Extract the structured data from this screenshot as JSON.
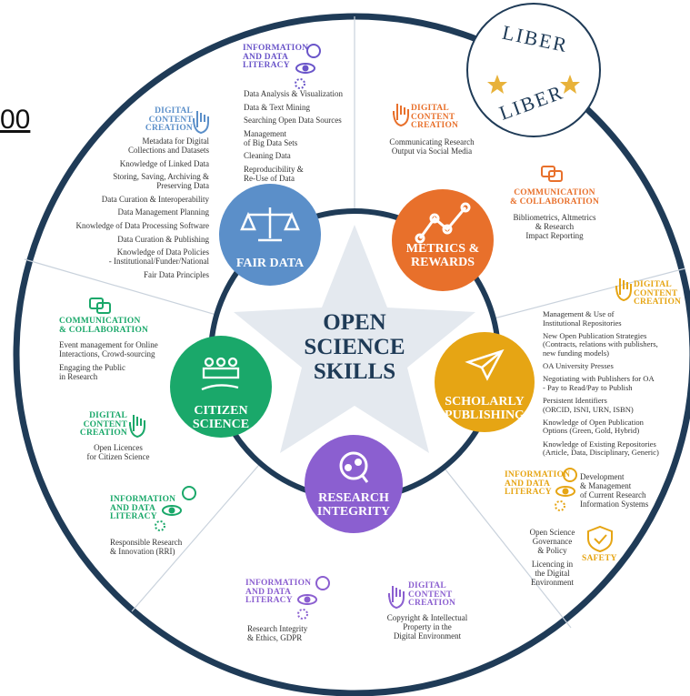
{
  "corner_text": "00",
  "center": {
    "title": "OPEN\nSCIENCE\nSKILLS"
  },
  "logo": {
    "text_top": "LIBER",
    "text_bottom": "LIBER"
  },
  "colors": {
    "fair": "#5b8fc9",
    "metrics": "#e8702b",
    "publishing": "#e6a514",
    "integrity": "#8b5fd0",
    "citizen": "#1aa86a",
    "navy": "#1f3b57",
    "star": "#e8b23a"
  },
  "nodes": {
    "fair": "FAIR DATA",
    "metrics": "METRICS &\nREWARDS",
    "publishing": "SCHOLARLY\nPUBLISHING",
    "integrity": "RESEARCH\nINTEGRITY",
    "citizen": "CITIZEN\nSCIENCE"
  },
  "headings": {
    "info_literacy": "INFORMATION\nAND DATA\nLITERACY",
    "digital_content": "DIGITAL\nCONTENT\nCREATION",
    "comm_collab": "COMMUNICATION\n& COLLABORATION",
    "safety": "SAFETY"
  },
  "fair_info_items": [
    "Data Analysis  & Visualization",
    "Data & Text Mining",
    "Searching Open Data Sources",
    "Management\nof Big Data Sets",
    "Cleaning Data",
    "Reproducibility &\nRe-Use of Data"
  ],
  "fair_digital_items": [
    "Metadata for Digital\nCollections and Datasets",
    "Knowledge of Linked Data",
    "Storing, Saving, Archiving &\nPreserving Data",
    "Data Curation & Interoperability",
    "Data Management Planning",
    "Knowledge of Data Processing Software",
    "Data Curation & Publishing",
    "Knowledge of Data Policies\n- Institutional/Funder/National",
    "Fair Data Principles"
  ],
  "metrics_digital_items": [
    "Communicating Research\nOutput via Social Media"
  ],
  "metrics_comm_items": [
    "Bibliometrics, Altmetrics\n& Research\nImpact Reporting"
  ],
  "publishing_digital_items": [
    "Management & Use of\nInstitutional Repositories",
    "New Open Publication Strategies\n(Contracts, relations with publishers,\nnew funding models)",
    "OA University Presses",
    "Negotiating with Publishers for OA\n- Pay to Read/Pay to Publish",
    "Persistent Identifiers\n(ORCID, ISNI, URN, ISBN)",
    "Knowledge of Open Publication\nOptions (Green, Gold, Hybrid)",
    "Knowledge of Existing Repositories\n(Article, Data, Disciplinary, Generic)"
  ],
  "publishing_info_items": [
    "Development\n& Management\nof Current Research\nInformation Systems"
  ],
  "publishing_safety_items": [
    "Open Science\nGovernance\n& Policy",
    "Licencing in\nthe Digital\nEnvironment"
  ],
  "integrity_digital_items": [
    "Copyright & Intellectual\nProperty in the\nDigital Environment"
  ],
  "integrity_info_items": [
    "Research Integrity\n& Ethics, GDPR"
  ],
  "citizen_comm_items": [
    "Event management for Online\nInteractions, Crowd-sourcing",
    "Engaging the Public\nin Research"
  ],
  "citizen_digital_items": [
    "Open Licences\nfor Citizen Science"
  ],
  "citizen_info_items": [
    "Responsible Research\n& Innovation (RRI)"
  ]
}
